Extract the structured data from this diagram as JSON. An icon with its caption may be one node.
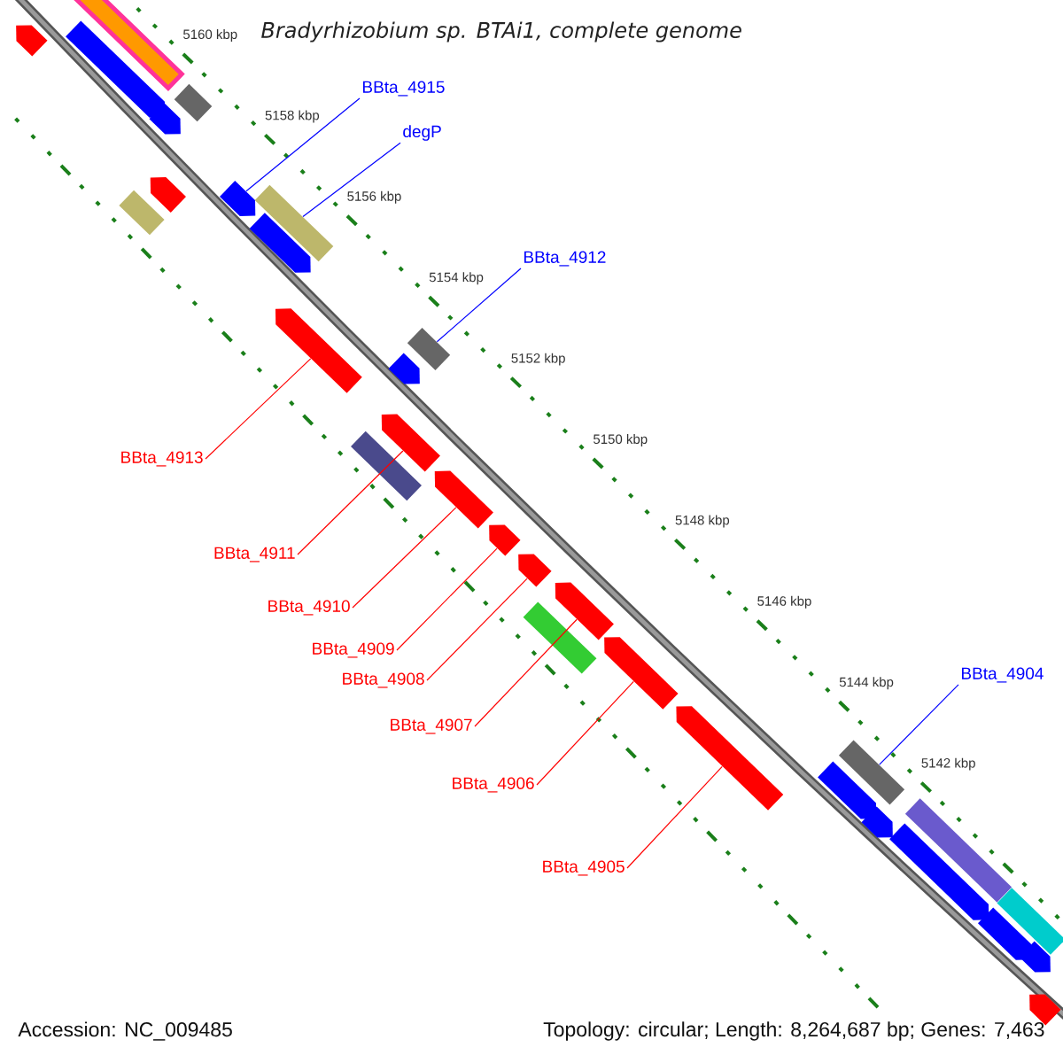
{
  "diagram": {
    "title": "Bradyrhizobium sp. BTAi1, complete genome",
    "nodes": [
      {
        "text": [
          "BBta_4915"
        ]
      },
      {
        "text": [
          "degP"
        ]
      },
      {
        "text": [
          "BBta_4912"
        ]
      },
      {
        "text": [
          "BBta_4913"
        ]
      },
      {
        "text": [
          "BBta_4911"
        ]
      },
      {
        "text": [
          "BBta_4910"
        ]
      },
      {
        "text": [
          "BBta_4909"
        ]
      },
      {
        "text": [
          "BBta_4904"
        ]
      },
      {
        "text": [
          "BBta_4908"
        ]
      },
      {
        "text": [
          "BBta_4907"
        ]
      },
      {
        "text": [
          "BBta_4906"
        ]
      },
      {
        "text": [
          "BBta_4905"
        ]
      },
      {
        "text": [],
        "shape": "arrow"
      },
      {
        "text": [],
        "shape": "arrow"
      },
      {
        "text": [],
        "shape": "box"
      },
      {
        "text": [],
        "shape": "arrow"
      },
      {
        "text": [],
        "shape": "box"
      },
      {
        "text": [],
        "shape": "box"
      },
      {
        "text": [],
        "shape": "arrow"
      },
      {
        "text": [],
        "shape": "arrow"
      },
      {
        "text": [],
        "shape": "box"
      },
      {
        "text": [],
        "shape": "arrow"
      },
      {
        "text": [],
        "shape": "arrow"
      },
      {
        "text": [],
        "shape": "arrow"
      },
      {
        "text": [],
        "shape": "box"
      },
      {
        "text": [],
        "shape": "box"
      },
      {
        "text": [],
        "shape": "arrow"
      },
      {
        "text": [],
        "shape": "arrow"
      },
      {
        "text": [],
        "shape": "arrow"
      },
      {
        "text": [],
        "shape": "arrow"
      },
      {
        "text": [],
        "shape": "arrow"
      },
      {
        "text": [],
        "shape": "box"
      },
      {
        "text": [],
        "shape": "arrow"
      },
      {
        "text": [],
        "shape": "arrow"
      },
      {
        "text": [],
        "shape": "arrow"
      },
      {
        "text": [],
        "shape": "box"
      },
      {
        "text": [],
        "shape": "arrow"
      },
      {
        "text": [],
        "shape": "box"
      },
      {
        "text": [],
        "shape": "arrow"
      },
      {
        "text": [],
        "shape": "arrow"
      },
      {
        "text": [],
        "shape": "box"
      },
      {
        "text": [],
        "shape": "arrow"
      },
      {
        "text": [],
        "shape": "arrow"
      }
    ],
    "edges": [
      {
        "from": 0,
        "to": 19,
        "arrow": "none",
        "color": "#0000ff"
      },
      {
        "from": 1,
        "to": 20,
        "arrow": "none",
        "color": "#0000ff"
      },
      {
        "from": 2,
        "to": 24,
        "arrow": "none",
        "color": "#0000ff"
      },
      {
        "from": 3,
        "to": 22,
        "arrow": "none"
      },
      {
        "from": 4,
        "to": 26,
        "arrow": "none"
      },
      {
        "from": 5,
        "to": 27,
        "arrow": "none"
      },
      {
        "from": 6,
        "to": 28,
        "arrow": "none"
      },
      {
        "from": 7,
        "to": 35,
        "arrow": "none",
        "color": "#0000ff"
      },
      {
        "from": 8,
        "to": 29,
        "arrow": "none"
      },
      {
        "from": 9,
        "to": 30,
        "arrow": "none"
      },
      {
        "from": 10,
        "to": 32,
        "arrow": "none"
      },
      {
        "from": 11,
        "to": 33,
        "arrow": "none"
      }
    ],
    "labels": [
      "5160 kbp",
      "5158 kbp",
      "5156 kbp",
      "5154 kbp",
      "5152 kbp",
      "5150 kbp",
      "5148 kbp",
      "5146 kbp",
      "5144 kbp",
      "5142 kbp",
      "Accession: NC_009485",
      "Topology: circular; Length: 8,264,687 bp; Genes: 7,463"
    ]
  }
}
